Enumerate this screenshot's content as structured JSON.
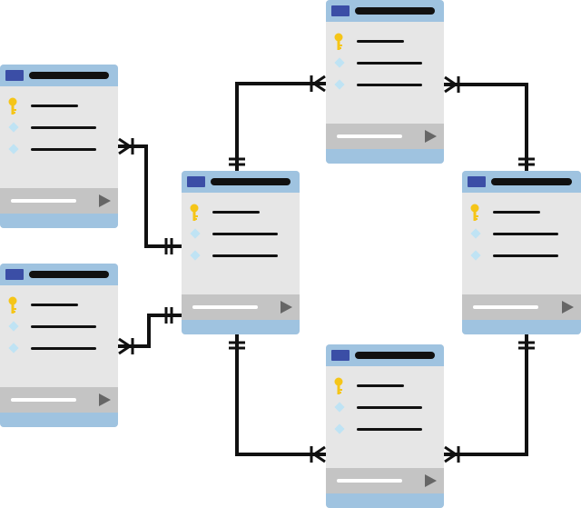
{
  "colors": {
    "header": "#9fc3e0",
    "table_body": "#e6e6e6",
    "footer": "#c4c4c4",
    "title_icon": "#3b4ea6",
    "key_icon": "#f5c518",
    "field_icon": "#bfe3f4",
    "line": "#111111"
  },
  "tables": [
    {
      "id": "t1",
      "rows": [
        "key",
        "field",
        "field"
      ]
    },
    {
      "id": "t2",
      "rows": [
        "key",
        "field",
        "field"
      ]
    },
    {
      "id": "t3",
      "rows": [
        "key",
        "field",
        "field"
      ]
    },
    {
      "id": "t4",
      "rows": [
        "key",
        "field",
        "field"
      ]
    },
    {
      "id": "t5",
      "rows": [
        "key",
        "field",
        "field"
      ]
    },
    {
      "id": "t6",
      "rows": [
        "key",
        "field",
        "field"
      ]
    }
  ],
  "relationships": [
    {
      "from": "t1",
      "to": "t3",
      "from_end": "many",
      "to_end": "one"
    },
    {
      "from": "t2",
      "to": "t3",
      "from_end": "many",
      "to_end": "one"
    },
    {
      "from": "t3",
      "to": "t4",
      "from_end": "one",
      "to_end": "many"
    },
    {
      "from": "t3",
      "to": "t6",
      "from_end": "one",
      "to_end": "many"
    },
    {
      "from": "t5",
      "to": "t4",
      "from_end": "one",
      "to_end": "many"
    },
    {
      "from": "t5",
      "to": "t6",
      "from_end": "one",
      "to_end": "many"
    }
  ]
}
